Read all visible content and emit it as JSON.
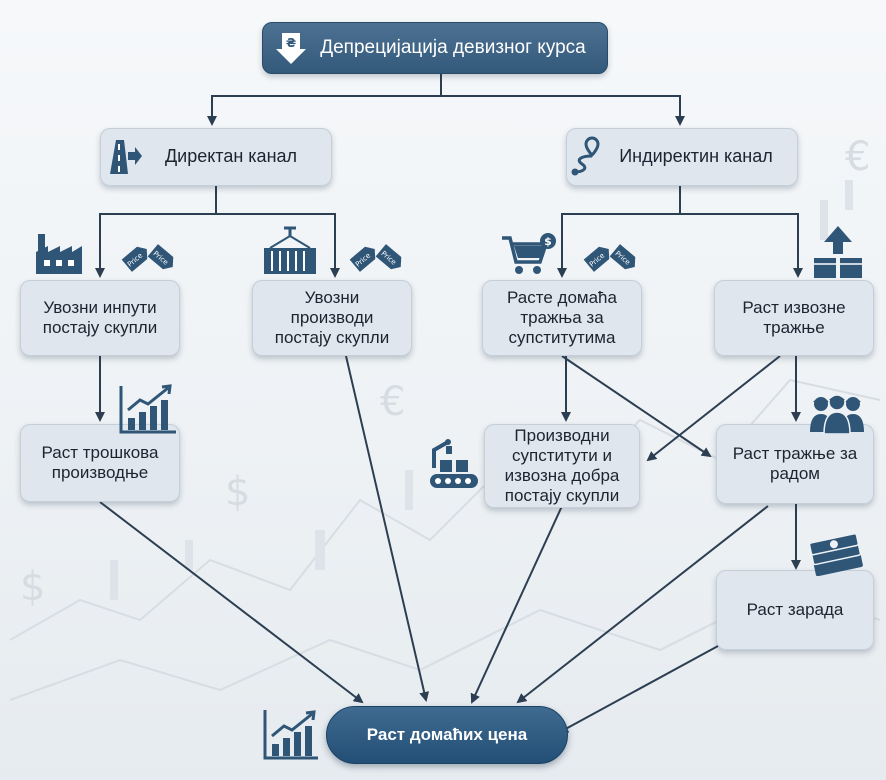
{
  "diagram": {
    "title": "Депрецијација девизног курса",
    "direct_channel": "Директан канал",
    "indirect_channel": "Индиректин канал",
    "imported_inputs": "Увозни инпути\nпостају скупли",
    "imported_products": "Увозни\nпроизводи\nпостају скупли",
    "domestic_demand_substitutes": "Расте домаћа\nтражња за\nсупститутима",
    "export_demand_growth": "Раст извозне\nтражње",
    "production_cost_growth": "Раст трошкова\nпроизводње",
    "substitutes_exports_costlier": "Производни\nсупститути и\nизвозна добра\nпостају скупли",
    "labor_demand_growth": "Раст тражње за\nрадом",
    "wage_growth": "Раст зарада",
    "domestic_price_growth": "Раст домаћих цена",
    "price_tag_text": "Price"
  },
  "colors": {
    "node_fill": "#dfe6ed",
    "accent": "#2f5577",
    "arrow": "#2c3e52"
  },
  "icons": [
    "currency-down-icon",
    "road-arrow-icon",
    "route-icon",
    "factory-icon",
    "price-tags-icon",
    "container-icon",
    "shopping-cart-icon",
    "boxes-up-icon",
    "bar-chart-up-icon",
    "assembly-line-icon",
    "workers-icon",
    "cash-stack-icon",
    "growth-chart-icon"
  ]
}
